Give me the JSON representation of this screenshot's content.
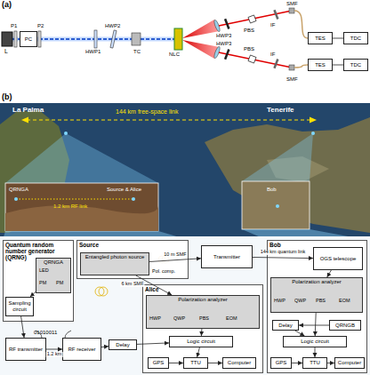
{
  "diagram": {
    "nodes": [
      {
        "text": [
          "PC"
        ]
      },
      {
        "text": [
          "TES"
        ]
      },
      {
        "text": [
          "TDC"
        ]
      },
      {
        "text": [
          "TES"
        ]
      },
      {
        "text": [
          "TDC"
        ]
      },
      {
        "text": [
          "Quantum random number generator (QRNG)"
        ]
      },
      {
        "text": [
          "QRNGA"
        ],
        "in": 5
      },
      {
        "text": [
          "Sampling circuit"
        ],
        "in": 5
      },
      {
        "text": [
          "Source"
        ]
      },
      {
        "text": [
          "Entangled photon source"
        ],
        "in": 8
      },
      {
        "text": [
          "Transmitter"
        ]
      },
      {
        "text": [
          "Bob"
        ]
      },
      {
        "text": [
          "OGS telescope"
        ],
        "in": 11
      },
      {
        "text": [
          "Polarization analyzer"
        ],
        "in": 11
      },
      {
        "text": [
          "Delay"
        ],
        "in": 11
      },
      {
        "text": [
          "QRNGB"
        ],
        "in": 11
      },
      {
        "text": [
          "Logic circuit"
        ],
        "in": 11
      },
      {
        "text": [
          "GPS"
        ],
        "in": 11
      },
      {
        "text": [
          "TTU"
        ],
        "in": 11
      },
      {
        "text": [
          "Computer"
        ],
        "in": 11
      },
      {
        "text": [
          "Alice"
        ]
      },
      {
        "text": [
          "Polarization analyzer"
        ],
        "in": 20
      },
      {
        "text": [
          "Delay"
        ]
      },
      {
        "text": [
          "Logic circuit"
        ],
        "in": 20
      },
      {
        "text": [
          "GPS"
        ],
        "in": 20
      },
      {
        "text": [
          "TTU"
        ],
        "in": 20
      },
      {
        "text": [
          "Computer"
        ],
        "in": 20
      },
      {
        "text": [
          "RF transmitter"
        ]
      },
      {
        "text": [
          "RF receiver"
        ]
      }
    ],
    "edges": [
      {
        "from": 1,
        "to": 2,
        "arrow": "none"
      },
      {
        "from": 3,
        "to": 4,
        "arrow": "none"
      },
      {
        "from": 6,
        "to": 7,
        "arrow": "to"
      },
      {
        "from": 7,
        "to": 27,
        "arrow": "to"
      },
      {
        "from": 27,
        "to": 28,
        "label": "1.2 km",
        "arrow": "to"
      },
      {
        "from": 28,
        "to": 22,
        "arrow": "to"
      },
      {
        "from": 9,
        "to": 10,
        "label": "10 m SMF",
        "arrow": "to"
      },
      {
        "from": 9,
        "to": 21,
        "label": "6 km SMF",
        "arrow": "to"
      },
      {
        "from": 10,
        "to": 12,
        "label": "144 km quantum link",
        "arrow": "to"
      },
      {
        "from": 12,
        "to": 13,
        "arrow": "to"
      },
      {
        "from": 13,
        "to": 16,
        "arrow": "to"
      },
      {
        "from": 15,
        "to": 14,
        "arrow": "to"
      },
      {
        "from": 14,
        "to": 16,
        "arrow": "to"
      },
      {
        "from": 16,
        "to": 18,
        "arrow": "to"
      },
      {
        "from": 17,
        "to": 18,
        "arrow": "to"
      },
      {
        "from": 18,
        "to": 19,
        "arrow": "to"
      },
      {
        "from": 21,
        "to": 23,
        "arrow": "to"
      },
      {
        "from": 22,
        "to": 23,
        "arrow": "to"
      },
      {
        "from": 23,
        "to": 25,
        "arrow": "to"
      },
      {
        "from": 24,
        "to": 25,
        "arrow": "to"
      },
      {
        "from": 25,
        "to": 26,
        "arrow": "to"
      }
    ],
    "labels": [
      "(a)",
      "L",
      "P1",
      "P2",
      "HWP1",
      "HWP2",
      "TC",
      "NLC",
      "HWP3",
      "PBS",
      "IF",
      "SMF",
      "HWP3",
      "PBS",
      "IF",
      "SMF",
      "(b)",
      "La Palma",
      "144 km free-space link",
      "Tenerife",
      "QRNGA",
      "1.2 km RF link",
      "Source & Alice",
      "Bob",
      "LED",
      "PM",
      "PM",
      "01010011",
      "Pol. comp.",
      "HWP",
      "QWP",
      "PBS",
      "EOM",
      "HWP",
      "QWP",
      "PBS",
      "EOM"
    ]
  }
}
